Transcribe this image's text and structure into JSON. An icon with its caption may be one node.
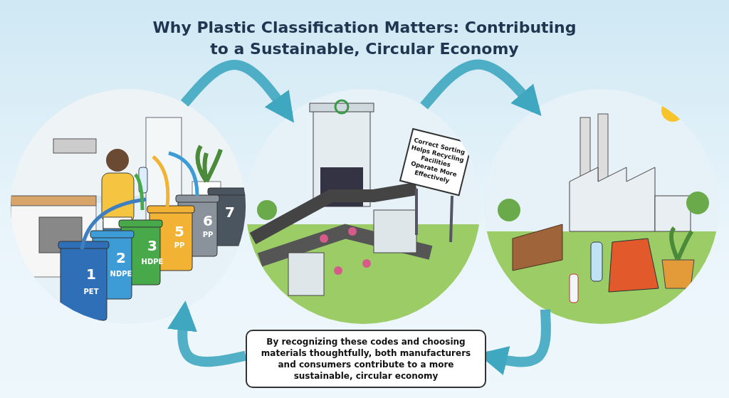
{
  "diagram": {
    "title": "Why Plastic Classification Matters: Contributing to a Sustainable, Circular Economy",
    "nodes": [
      {
        "text": [],
        "shape": "picture"
      },
      {
        "text": [],
        "shape": "picture"
      },
      {
        "text": [],
        "shape": "picture"
      },
      {
        "text": [
          "By recognizing these codes and choosing materials thoughtfully, both manufacturers and consumers contribute to a more sustainable, circular economy"
        ]
      }
    ],
    "edges": [
      {
        "from": 0,
        "to": 1,
        "arrow": "to"
      },
      {
        "from": 1,
        "to": 2,
        "arrow": "to"
      },
      {
        "from": 2,
        "to": 3,
        "arrow": "to"
      },
      {
        "from": 3,
        "to": 0,
        "arrow": "to"
      }
    ],
    "labels": [
      "1",
      "PET",
      "2",
      "NDPE",
      "3",
      "HDPE",
      "5",
      "PP",
      "6",
      "PP",
      "7",
      "Correct Sorting Helps Recycling Facilities Operate More Effectively"
    ]
  }
}
